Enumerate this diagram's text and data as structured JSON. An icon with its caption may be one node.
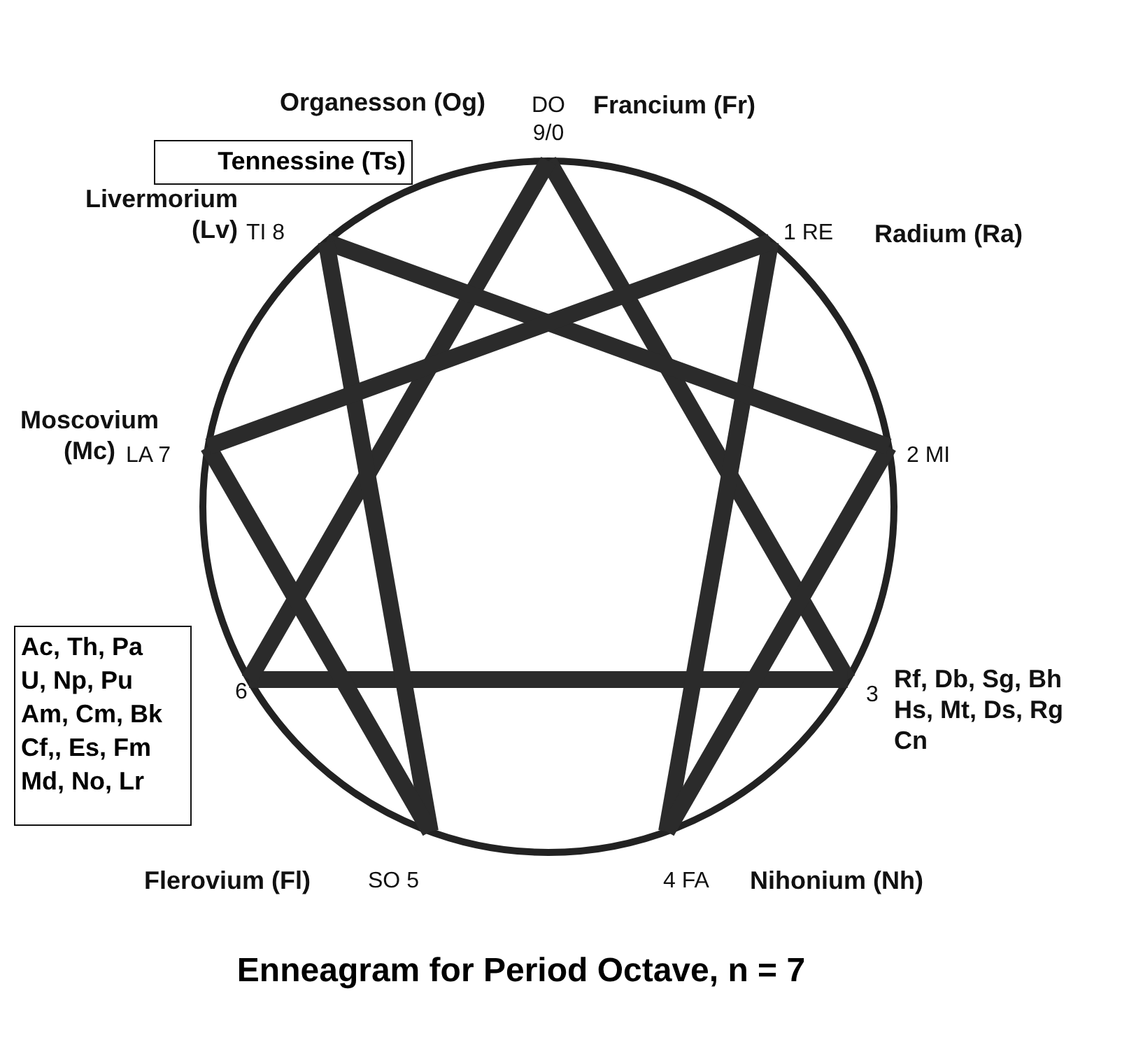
{
  "diagram": {
    "caption": "Enneagram for Period Octave, n = 7",
    "nodes": [
      {
        "text": [
          "DO 9/0"
        ],
        "beside": [
          "Francium (Fr)"
        ]
      },
      {
        "text": [
          "1 RE"
        ],
        "beside": [
          "Radium (Ra)"
        ]
      },
      {
        "text": [
          "2 MI"
        ]
      },
      {
        "text": [
          "3"
        ],
        "beside": [
          "Rf, Db, Sg, Bh Hs, Mt, Ds, Rg Cn"
        ]
      },
      {
        "text": [
          "4 FA"
        ],
        "beside": [
          "Nihonium (Nh)"
        ]
      },
      {
        "text": [
          "SO 5"
        ],
        "beside": [
          "Flerovium (Fl)"
        ]
      },
      {
        "text": [
          "6"
        ]
      },
      {
        "text": [
          "LA 7"
        ],
        "beside": [
          "Moscovium (Mc)"
        ]
      },
      {
        "text": [
          "TI 8"
        ],
        "beside": [
          "Livermorium (Lv)"
        ]
      },
      {
        "text": [
          "Tennessine (Ts)"
        ]
      },
      {
        "text": [
          "Ac, Th, Pa U, Np, Pu Am, Cm, Bk Cf,, Es, Fm Md, No, Lr"
        ]
      }
    ],
    "edges": [
      {
        "from": 0,
        "to": 3,
        "arrow": "none"
      },
      {
        "from": 3,
        "to": 6,
        "arrow": "none"
      },
      {
        "from": 6,
        "to": 0,
        "arrow": "none"
      },
      {
        "from": 1,
        "to": 4,
        "arrow": "none"
      },
      {
        "from": 4,
        "to": 2,
        "arrow": "none"
      },
      {
        "from": 2,
        "to": 8,
        "arrow": "none"
      },
      {
        "from": 8,
        "to": 5,
        "arrow": "none"
      },
      {
        "from": 5,
        "to": 7,
        "arrow": "none"
      },
      {
        "from": 7,
        "to": 1,
        "arrow": "none"
      }
    ],
    "labels": [
      "Organesson (Og)"
    ]
  }
}
